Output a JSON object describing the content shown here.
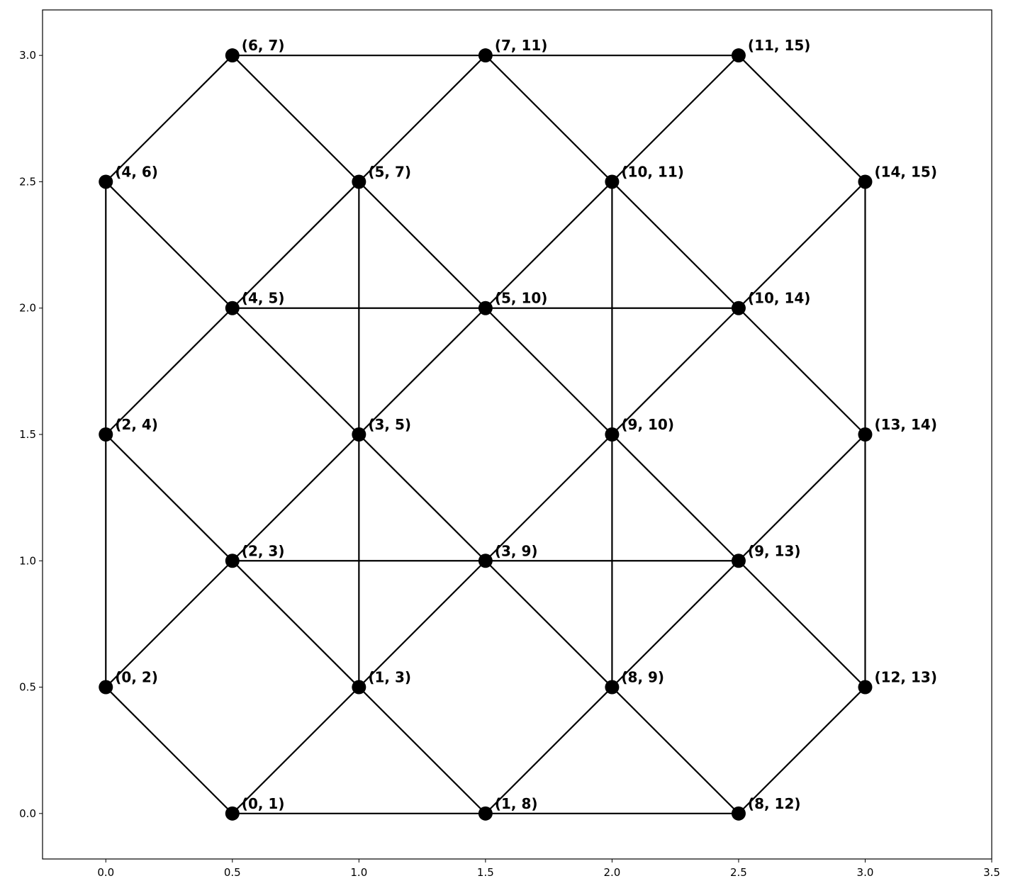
{
  "chart_data": {
    "type": "scatter",
    "title": "",
    "xlabel": "",
    "ylabel": "",
    "xlim": [
      -0.25,
      3.5
    ],
    "ylim": [
      -0.18,
      3.18
    ],
    "xticks": [
      "0.0",
      "0.5",
      "1.0",
      "1.5",
      "2.0",
      "2.5",
      "3.0",
      "3.5"
    ],
    "yticks": [
      "0.0",
      "0.5",
      "1.0",
      "1.5",
      "2.0",
      "2.5",
      "3.0"
    ],
    "grid": false,
    "marker_color": "#000000",
    "edge_color": "#000000",
    "nodes": [
      {
        "label": "(0, 1)",
        "x": 0.5,
        "y": 0.0
      },
      {
        "label": "(1, 8)",
        "x": 1.5,
        "y": 0.0
      },
      {
        "label": "(8, 12)",
        "x": 2.5,
        "y": 0.0
      },
      {
        "label": "(0, 2)",
        "x": 0.0,
        "y": 0.5
      },
      {
        "label": "(1, 3)",
        "x": 1.0,
        "y": 0.5
      },
      {
        "label": "(8, 9)",
        "x": 2.0,
        "y": 0.5
      },
      {
        "label": "(12, 13)",
        "x": 3.0,
        "y": 0.5
      },
      {
        "label": "(2, 3)",
        "x": 0.5,
        "y": 1.0
      },
      {
        "label": "(3, 9)",
        "x": 1.5,
        "y": 1.0
      },
      {
        "label": "(9, 13)",
        "x": 2.5,
        "y": 1.0
      },
      {
        "label": "(2, 4)",
        "x": 0.0,
        "y": 1.5
      },
      {
        "label": "(3, 5)",
        "x": 1.0,
        "y": 1.5
      },
      {
        "label": "(9, 10)",
        "x": 2.0,
        "y": 1.5
      },
      {
        "label": "(13, 14)",
        "x": 3.0,
        "y": 1.5
      },
      {
        "label": "(4, 5)",
        "x": 0.5,
        "y": 2.0
      },
      {
        "label": "(5, 10)",
        "x": 1.5,
        "y": 2.0
      },
      {
        "label": "(10, 14)",
        "x": 2.5,
        "y": 2.0
      },
      {
        "label": "(4, 6)",
        "x": 0.0,
        "y": 2.5
      },
      {
        "label": "(5, 7)",
        "x": 1.0,
        "y": 2.5
      },
      {
        "label": "(10, 11)",
        "x": 2.0,
        "y": 2.5
      },
      {
        "label": "(14, 15)",
        "x": 3.0,
        "y": 2.5
      },
      {
        "label": "(6, 7)",
        "x": 0.5,
        "y": 3.0
      },
      {
        "label": "(7, 11)",
        "x": 1.5,
        "y": 3.0
      },
      {
        "label": "(11, 15)",
        "x": 2.5,
        "y": 3.0
      }
    ],
    "edges": [
      [
        "(0, 1)",
        "(1, 8)"
      ],
      [
        "(1, 8)",
        "(8, 12)"
      ],
      [
        "(2, 3)",
        "(3, 9)"
      ],
      [
        "(3, 9)",
        "(9, 13)"
      ],
      [
        "(4, 5)",
        "(5, 10)"
      ],
      [
        "(5, 10)",
        "(10, 14)"
      ],
      [
        "(6, 7)",
        "(7, 11)"
      ],
      [
        "(7, 11)",
        "(11, 15)"
      ],
      [
        "(0, 2)",
        "(2, 4)"
      ],
      [
        "(2, 4)",
        "(4, 6)"
      ],
      [
        "(1, 3)",
        "(3, 5)"
      ],
      [
        "(3, 5)",
        "(5, 7)"
      ],
      [
        "(8, 9)",
        "(9, 10)"
      ],
      [
        "(9, 10)",
        "(10, 11)"
      ],
      [
        "(12, 13)",
        "(13, 14)"
      ],
      [
        "(13, 14)",
        "(14, 15)"
      ],
      [
        "(0, 2)",
        "(0, 1)"
      ],
      [
        "(0, 1)",
        "(1, 3)"
      ],
      [
        "(1, 3)",
        "(1, 8)"
      ],
      [
        "(1, 8)",
        "(8, 9)"
      ],
      [
        "(8, 9)",
        "(8, 12)"
      ],
      [
        "(8, 12)",
        "(12, 13)"
      ],
      [
        "(0, 2)",
        "(2, 3)"
      ],
      [
        "(2, 3)",
        "(1, 3)"
      ],
      [
        "(1, 3)",
        "(3, 9)"
      ],
      [
        "(3, 9)",
        "(8, 9)"
      ],
      [
        "(8, 9)",
        "(9, 13)"
      ],
      [
        "(9, 13)",
        "(12, 13)"
      ],
      [
        "(2, 4)",
        "(2, 3)"
      ],
      [
        "(2, 3)",
        "(3, 5)"
      ],
      [
        "(3, 5)",
        "(3, 9)"
      ],
      [
        "(3, 9)",
        "(9, 10)"
      ],
      [
        "(9, 10)",
        "(9, 13)"
      ],
      [
        "(9, 13)",
        "(13, 14)"
      ],
      [
        "(2, 4)",
        "(4, 5)"
      ],
      [
        "(4, 5)",
        "(3, 5)"
      ],
      [
        "(3, 5)",
        "(5, 10)"
      ],
      [
        "(5, 10)",
        "(9, 10)"
      ],
      [
        "(9, 10)",
        "(10, 14)"
      ],
      [
        "(10, 14)",
        "(13, 14)"
      ],
      [
        "(4, 6)",
        "(4, 5)"
      ],
      [
        "(4, 5)",
        "(5, 7)"
      ],
      [
        "(5, 7)",
        "(5, 10)"
      ],
      [
        "(5, 10)",
        "(10, 11)"
      ],
      [
        "(10, 11)",
        "(10, 14)"
      ],
      [
        "(10, 14)",
        "(14, 15)"
      ],
      [
        "(4, 6)",
        "(6, 7)"
      ],
      [
        "(6, 7)",
        "(5, 7)"
      ],
      [
        "(5, 7)",
        "(7, 11)"
      ],
      [
        "(7, 11)",
        "(10, 11)"
      ],
      [
        "(10, 11)",
        "(11, 15)"
      ],
      [
        "(11, 15)",
        "(14, 15)"
      ]
    ]
  }
}
